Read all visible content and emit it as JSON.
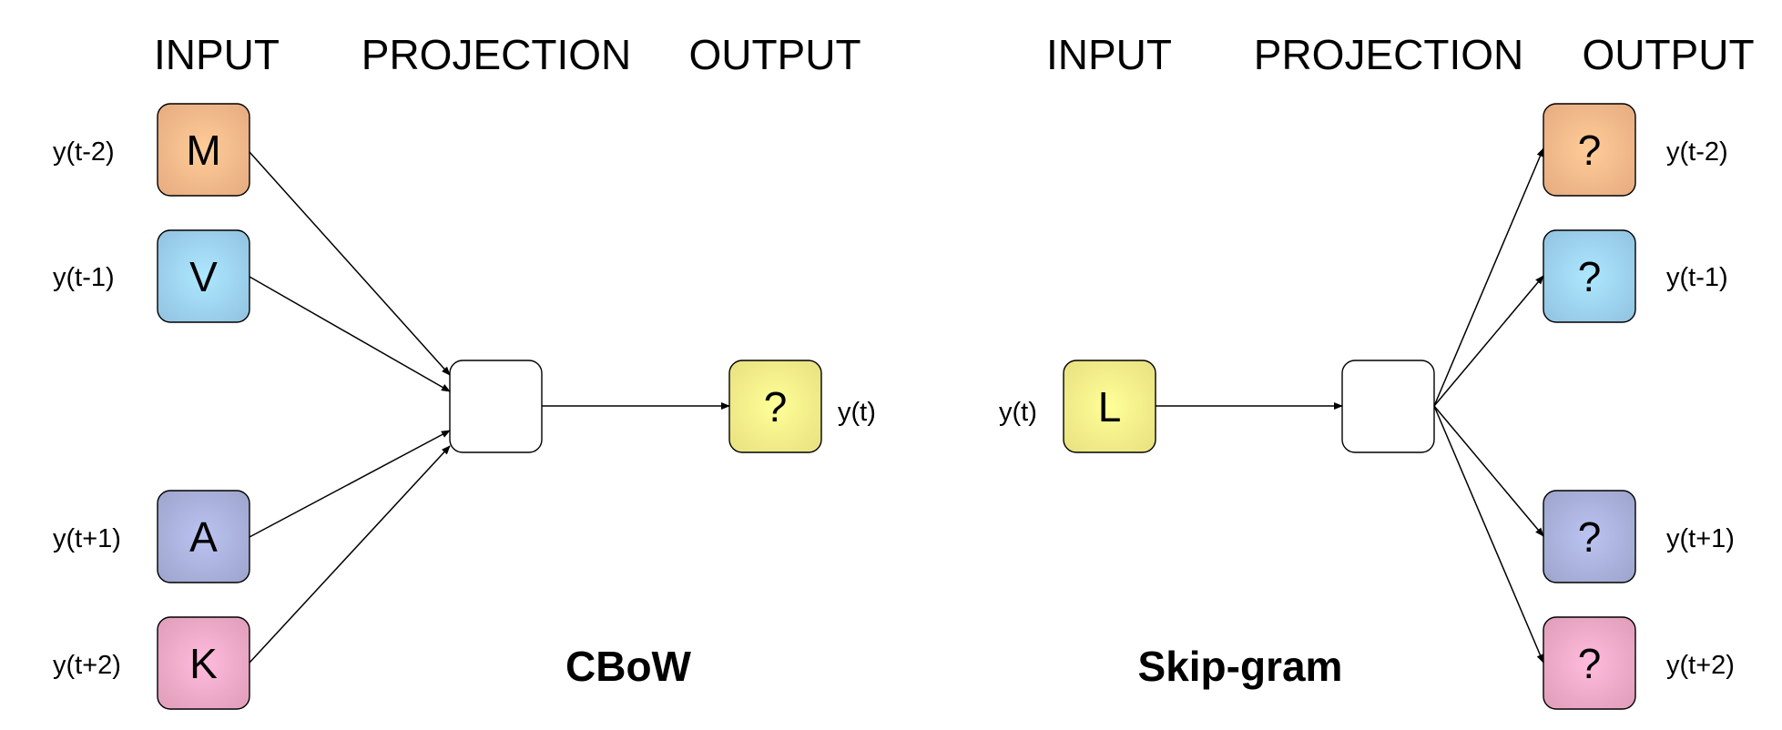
{
  "colors": {
    "orange": "#f9b98a",
    "blue": "#9dd2f2",
    "yellow": "#fbf28a",
    "purple": "#aab1dc",
    "pink": "#f1aac8",
    "white": "#ffffff"
  },
  "cbow": {
    "title": "CBoW",
    "headers": {
      "input": "INPUT",
      "projection": "PROJECTION",
      "output": "OUTPUT"
    },
    "inputs": [
      {
        "token": "M",
        "context": "y(t-2)",
        "color": "orange"
      },
      {
        "token": "V",
        "context": "y(t-1)",
        "color": "blue"
      },
      {
        "token": "A",
        "context": "y(t+1)",
        "color": "purple"
      },
      {
        "token": "K",
        "context": "y(t+2)",
        "color": "pink"
      }
    ],
    "output": {
      "token": "?",
      "context": "y(t)",
      "color": "yellow"
    }
  },
  "skipgram": {
    "title": "Skip-gram",
    "headers": {
      "input": "INPUT",
      "projection": "PROJECTION",
      "output": "OUTPUT"
    },
    "input": {
      "token": "L",
      "context": "y(t)",
      "color": "yellow"
    },
    "outputs": [
      {
        "token": "?",
        "context": "y(t-2)",
        "color": "orange"
      },
      {
        "token": "?",
        "context": "y(t-1)",
        "color": "blue"
      },
      {
        "token": "?",
        "context": "y(t+1)",
        "color": "purple"
      },
      {
        "token": "?",
        "context": "y(t+2)",
        "color": "pink"
      }
    ]
  }
}
